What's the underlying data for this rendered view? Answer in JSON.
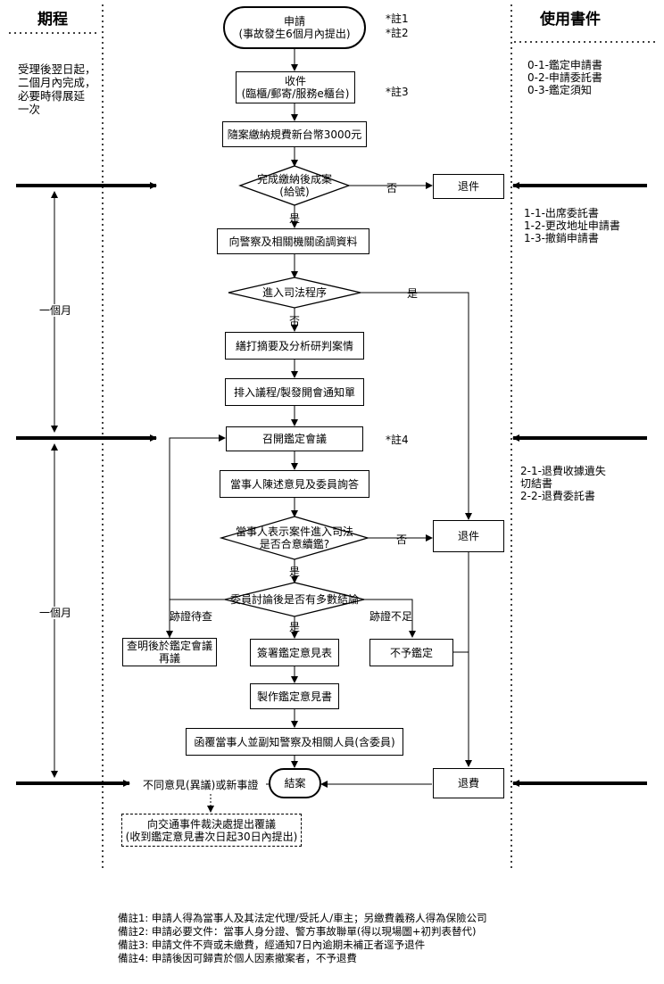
{
  "header": {
    "left": "期程",
    "right": "使用書件"
  },
  "left_notes": {
    "deadline": "受理後翌日起，\n二個月內完成，\n必要時得展延\n一次",
    "month1": "一個月",
    "month2": "一個月"
  },
  "documents": {
    "group0": "0-1-鑑定申請書\n0-2-申請委託書\n0-3-鑑定須知",
    "group1": "1-1-出席委託書\n1-2-更改地址申請書\n1-3-撤銷申請書",
    "group2": "2-1-退費收據遺失\n    切結書\n2-2-退費委託書"
  },
  "nodes": {
    "apply": "申請\n(事故發生6個月內提出)",
    "receive": "收件\n(臨櫃/郵寄/服務e櫃台)",
    "fee": "隨案繳納規費新台幣3000元",
    "d_paid": "完成繳納後成案\n(給號)",
    "return1": "退件",
    "police": "向警察及相關機關函調資料",
    "d_judicial": "進入司法程序",
    "summary": "繕打摘要及分析研判案情",
    "schedule": "排入議程/製發開會通知單",
    "meeting": "召開鑑定會議",
    "statement": "當事人陳述意見及委員詢答",
    "d_continue": "當事人表示案件進入司法\n是否合意續鑑?",
    "return2": "退件",
    "d_majority": "委員討論後是否有多數結論",
    "investigate": "查明後於鑑定會議\n再議",
    "sign": "簽署鑑定意見表",
    "no_appraisal": "不予鑑定",
    "produce": "製作鑑定意見書",
    "notify": "函覆當事人並副知警察及相關人員(含委員)",
    "close": "結案",
    "refund": "退費",
    "review": "向交通事件裁決處提出覆議\n(收到鑑定意見書次日起30日內提出)"
  },
  "labels": {
    "no1": "否",
    "yes1": "是",
    "yes2": "是",
    "no2": "否",
    "yes3": "是",
    "no3": "否",
    "pending": "跡證待查",
    "yes4": "是",
    "insufficient": "跡證不足",
    "objection": "不同意見(異議)或新事證"
  },
  "footnotes_marks": {
    "n1": "*註1",
    "n2": "*註2",
    "n3": "*註3",
    "n4": "*註4"
  },
  "footnotes": [
    "備註1:  申請人得為當事人及其法定代理/受託人/車主；另繳費義務人得為保險公司",
    "備註2:  申請必要文件：當事人身分證、警方事故聯單(得以現場圖+初判表替代)",
    "備註3:  申請文件不齊或未繳費，經通知7日內逾期未補正者逕予退件",
    "備註4:  申請後因可歸責於個人因素撤案者，不予退費"
  ]
}
